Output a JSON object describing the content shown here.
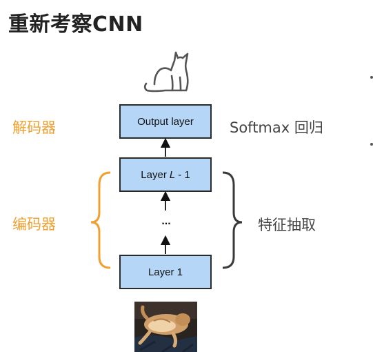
{
  "title": "重新考察CNN",
  "labels": {
    "decoder": "解码器",
    "encoder": "编码器",
    "softmax": "Softmax 回归",
    "feature": "特征抽取"
  },
  "layers": {
    "output": "Output layer",
    "top_prefix": "Layer",
    "top_var": "L",
    "top_suffix": "- 1",
    "ellipsis": "...",
    "bottom": "Layer 1"
  },
  "colors": {
    "encoder_decoder_accent": "#f0a030",
    "layer_fill": "#b5d6f7",
    "right_text": "#444444",
    "brace_right": "#3a3a3a"
  },
  "icons": {
    "cat_outline": "cat-icon",
    "cat_photo": "cat-photo"
  }
}
